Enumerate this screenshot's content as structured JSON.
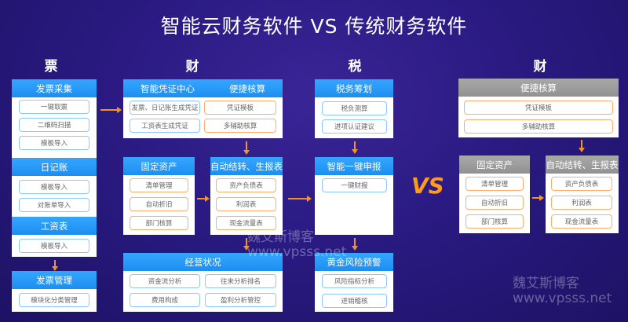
{
  "title": "智能云财务软件 VS 传统财务软件",
  "columns": [
    "票",
    "财",
    "税",
    "财"
  ],
  "vs": "VS",
  "piao": {
    "fapiao_caiji": {
      "title": "发票采集",
      "items": [
        "一键取票",
        "二维码扫描",
        "模板导入"
      ]
    },
    "rijizhang": {
      "title": "日记账",
      "items": [
        "模板导入",
        "对账单导入"
      ]
    },
    "gongzibiao": {
      "title": "工资表",
      "items": [
        "模板导入"
      ]
    },
    "fapiao_guanli": {
      "title": "发票管理",
      "items": [
        "模块化分类管理"
      ]
    }
  },
  "cai": {
    "pingzheng": {
      "title_left": "智能凭证中心",
      "title_right": "便捷核算",
      "left_items": [
        "发票、日记账生成凭证",
        "工资表生成凭证"
      ],
      "right_items": [
        "凭证模板",
        "多辅助核算"
      ]
    },
    "guding": {
      "title": "固定资产",
      "items": [
        "清单管理",
        "自动折旧",
        "部门核算"
      ]
    },
    "jiezhuan": {
      "title": "自动结转、生报表",
      "items": [
        "资产负债表",
        "利润表",
        "现金流量表"
      ]
    },
    "jingying": {
      "title": "经营状况",
      "items": [
        "资金流分析",
        "往来分析排名",
        "费用构成",
        "盈利分析管控"
      ]
    }
  },
  "shui": {
    "chouhua": {
      "title": "税务筹划",
      "items": [
        "税负测算",
        "进项认证建议"
      ]
    },
    "shenbao": {
      "title": "智能一键申报",
      "items": [
        "一键财报"
      ]
    },
    "yujing": {
      "title": "黄金风险预警",
      "items": [
        "风险指标分析",
        "进销稽核"
      ]
    }
  },
  "traditional": {
    "hesuan": {
      "title": "便捷核算",
      "items": [
        "凭证模板",
        "多辅助核算"
      ]
    },
    "guding": {
      "title": "固定资产",
      "items": [
        "清单管理",
        "自动折旧",
        "部门核算"
      ]
    },
    "jiezhuan": {
      "title": "自动结转、生报表",
      "items": [
        "资产负债表",
        "利润表",
        "现金流量表"
      ]
    }
  },
  "watermark": {
    "name": "魏艾斯博客",
    "url": "www.vpsss.net"
  }
}
